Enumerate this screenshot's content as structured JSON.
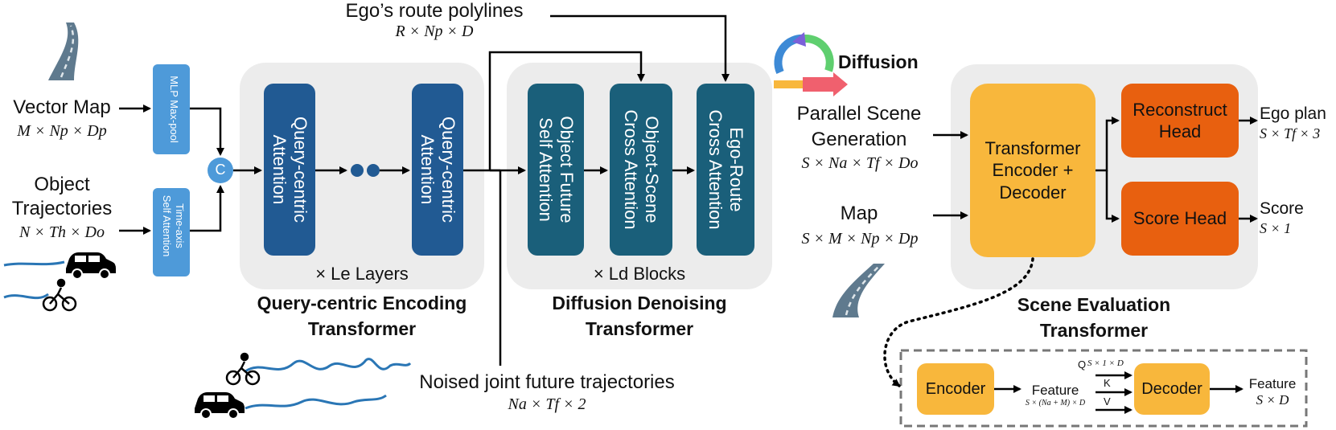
{
  "inputs": {
    "vector_map": "Vector Map",
    "vector_map_dim": "M × Np × Dp",
    "object_traj_line1": "Object",
    "object_traj_line2": "Trajectories",
    "object_traj_dim": "N × Th × Do"
  },
  "small_blocks": {
    "mlp": "MLP Max-pool",
    "time_axis_line1": "Time-axis",
    "time_axis_line2": "Self Attention",
    "concat": "C"
  },
  "encoder": {
    "block1_line1": "Query-centric",
    "block1_line2": "Attention",
    "block2_line1": "Query-centric",
    "block2_line2": "Attention",
    "repeat": "× Le Layers",
    "title_line1": "Query-centric Encoding",
    "title_line2": "Transformer"
  },
  "route": {
    "label": "Ego’s route polylines",
    "dim": "R × Np × D"
  },
  "denoiser": {
    "block1_line1": "Object Future",
    "block1_line2": "Self Attention",
    "block2_line1": "Object-Scene",
    "block2_line2": "Cross Attention",
    "block3_line1": "Ego-Route",
    "block3_line2": "Cross Attention",
    "repeat": "× Ld Blocks",
    "title_line1": "Diffusion Denoising",
    "title_line2": "Transformer"
  },
  "noised": {
    "label": "Noised joint future trajectories",
    "dim": "Na × Tf × 2"
  },
  "diffusion": {
    "label": "Diffusion"
  },
  "scene_inputs": {
    "parallel_line1": "Parallel Scene",
    "parallel_line2": "Generation",
    "parallel_dim": "S × Na × Tf × Do",
    "map": "Map",
    "map_dim": "S × M × Np × Dp"
  },
  "evaluator": {
    "core_line1": "Transformer",
    "core_line2": "Encoder +",
    "core_line3": "Decoder",
    "recon_line1": "Reconstruct",
    "recon_line2": "Head",
    "score_head": "Score Head",
    "title_line1": "Scene Evaluation",
    "title_line2": "Transformer"
  },
  "outputs": {
    "ego_plan": "Ego plan",
    "ego_plan_dim": "S × Tf × 3",
    "score": "Score",
    "score_dim": "S × 1"
  },
  "detail": {
    "encoder": "Encoder",
    "feature": "Feature",
    "feature_dim": "S × (Na + M) × D",
    "q": "Q",
    "q_dim": "S × 1 × D",
    "k": "K",
    "v": "V",
    "decoder": "Decoder",
    "out_feature": "Feature",
    "out_dim": "S × D"
  },
  "colors": {
    "dark_blue": "#215a93",
    "teal": "#1a5f7a",
    "light_blue": "#4e9ad9",
    "orange": "#f8b73c",
    "red_orange": "#e8600f",
    "panel": "#ececec",
    "road": "#5f7a8e"
  }
}
